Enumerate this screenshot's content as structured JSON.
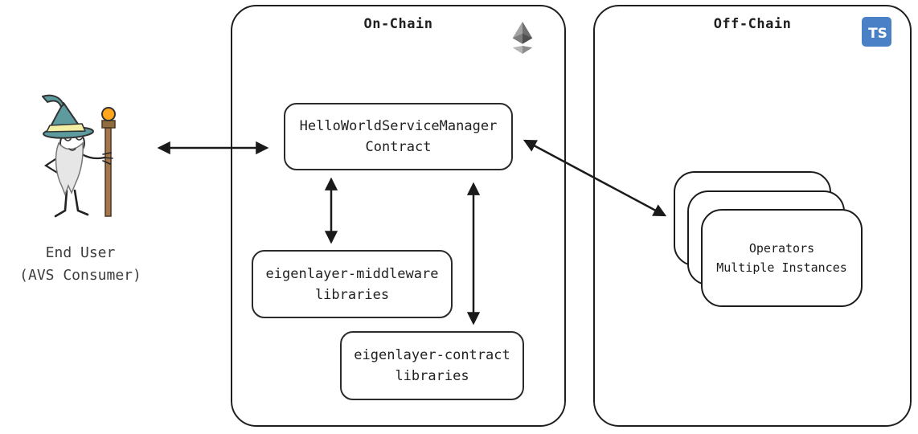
{
  "end_user": {
    "line1": "End User",
    "line2": "(AVS Consumer)",
    "character": "wizard-holding-staff"
  },
  "onchain": {
    "title": "On-Chain",
    "badge_icon": "ethereum-icon",
    "service_manager": {
      "line1": "HelloWorldServiceManager",
      "line2": "Contract"
    },
    "middleware": {
      "line1": "eigenlayer-middleware",
      "line2": "libraries"
    },
    "contract": {
      "line1": "eigenlayer-contract",
      "line2": "libraries"
    }
  },
  "offchain": {
    "title": "Off-Chain",
    "badge_icon": "typescript-icon",
    "badge_label": "TS",
    "operators": {
      "line1": "Operators",
      "line2": "Multiple Instances",
      "stacked_instances": 3
    }
  },
  "arrows": [
    {
      "from": "end-user",
      "to": "helloworld-service-manager-contract",
      "style": "double-headed"
    },
    {
      "from": "helloworld-service-manager-contract",
      "to": "eigenlayer-middleware-libraries",
      "style": "double-headed"
    },
    {
      "from": "helloworld-service-manager-contract",
      "to": "eigenlayer-contract-libraries",
      "style": "double-headed"
    },
    {
      "from": "helloworld-service-manager-contract",
      "to": "operators",
      "style": "double-headed"
    }
  ],
  "colors": {
    "ink": "#1f1f1f",
    "arrow": "#1a1a1a",
    "ts_blue": "#4A80C5",
    "eth_gray": "#8c8c8c",
    "hat_teal": "#5d9b9e",
    "hat_band_yellow": "#f4efa5",
    "staff_brown": "#a4744b",
    "orb_orange": "#ffa51e",
    "beard_gray": "#e6e6e6"
  }
}
